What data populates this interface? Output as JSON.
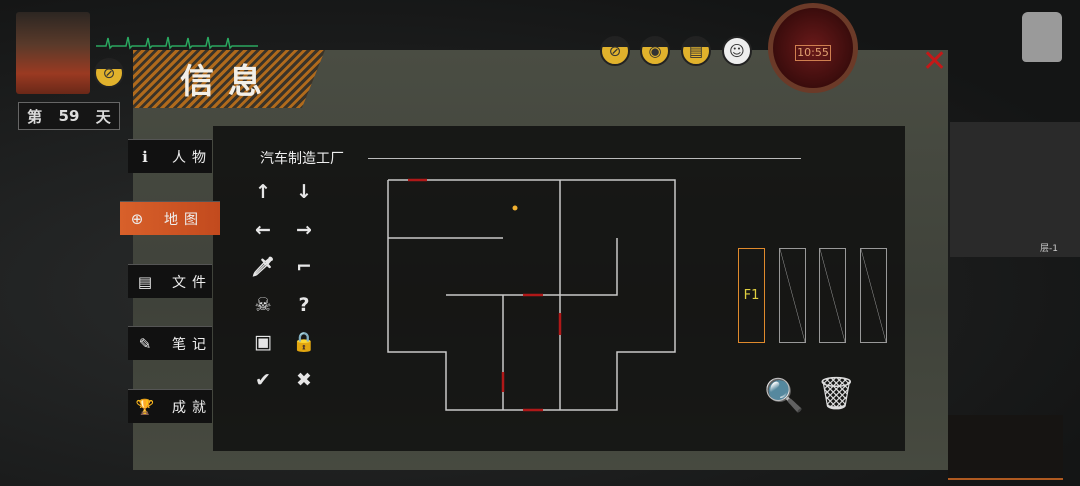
{
  "header": {
    "title": "信息",
    "day_prefix": "第",
    "day": "59",
    "day_suffix": "天",
    "clock": "10:55"
  },
  "status_icons": [
    "medicine-icon",
    "eye-icon",
    "stomach-icon",
    "mood-icon"
  ],
  "tabs": [
    {
      "label": "人物",
      "icon": "info-icon"
    },
    {
      "label": "地图",
      "icon": "map-icon",
      "active": true
    },
    {
      "label": "文件",
      "icon": "document-icon"
    },
    {
      "label": "笔记",
      "icon": "note-icon"
    },
    {
      "label": "成就",
      "icon": "trophy-icon"
    }
  ],
  "map": {
    "location": "汽车制造工厂",
    "floors": [
      {
        "label": "F1",
        "active": true
      },
      {
        "label": ""
      },
      {
        "label": ""
      },
      {
        "label": ""
      }
    ]
  },
  "markers": [
    {
      "name": "arrow-up-icon",
      "glyph": "↑"
    },
    {
      "name": "arrow-down-icon",
      "glyph": "↓"
    },
    {
      "name": "arrow-left-icon",
      "glyph": "←"
    },
    {
      "name": "arrow-right-icon",
      "glyph": "→"
    },
    {
      "name": "knife-icon",
      "glyph": "🗡"
    },
    {
      "name": "gun-icon",
      "glyph": "⌐"
    },
    {
      "name": "skull-icon",
      "glyph": "☠"
    },
    {
      "name": "question-icon",
      "glyph": "?"
    },
    {
      "name": "chest-icon",
      "glyph": "▣"
    },
    {
      "name": "lock-icon",
      "glyph": "🔒"
    },
    {
      "name": "check-icon",
      "glyph": "✔"
    },
    {
      "name": "cross-icon",
      "glyph": "✖"
    }
  ],
  "minimap": {
    "label": "层-1"
  },
  "colors": {
    "accent": "#d8602a",
    "door": "#b01818",
    "wall": "#c8c8c8",
    "player": "#f0b030"
  }
}
